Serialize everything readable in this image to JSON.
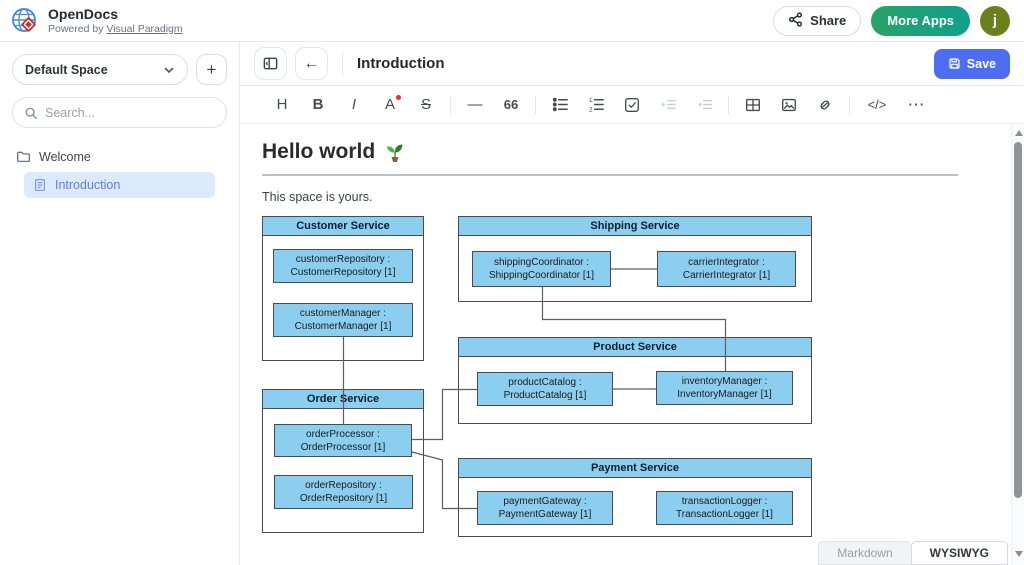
{
  "app_header": {
    "app_name": "OpenDocs",
    "powered_by": "Powered by",
    "powered_by_link": "Visual Paradigm",
    "share_label": "Share",
    "more_apps_label": "More Apps",
    "avatar_initial": "j"
  },
  "sidebar": {
    "space_name": "Default Space",
    "new_button": "+",
    "search_placeholder": "Search...",
    "tree": {
      "folder_label": "Welcome",
      "page_label": "Introduction"
    }
  },
  "doc_toolbar": {
    "title": "Introduction",
    "back_icon": "←",
    "save_label": "Save"
  },
  "format_toolbar": {
    "heading": "H",
    "bold": "B",
    "italic": "I",
    "font_color": "A",
    "strikethrough": "S",
    "horizontal_rule": "—",
    "blockquote": "66",
    "code": "</>",
    "more": "⋯"
  },
  "document": {
    "heading": "Hello world",
    "heading_icon": "seedling-emoji",
    "intro_text": "This space is yours."
  },
  "mode_toggle": {
    "markdown_label": "Markdown",
    "wysiwyg_label": "WYSIWYG"
  },
  "diagram": {
    "services": [
      {
        "name": "Customer Service",
        "components": [
          {
            "line1": "customerRepository :",
            "line2": "CustomerRepository [1]"
          },
          {
            "line1": "customerManager :",
            "line2": "CustomerManager [1]"
          }
        ]
      },
      {
        "name": "Shipping Service",
        "components": [
          {
            "line1": "shippingCoordinator :",
            "line2": "ShippingCoordinator [1]"
          },
          {
            "line1": "carrierIntegrator :",
            "line2": "CarrierIntegrator [1]"
          }
        ]
      },
      {
        "name": "Product Service",
        "components": [
          {
            "line1": "productCatalog :",
            "line2": "ProductCatalog [1]"
          },
          {
            "line1": "inventoryManager :",
            "line2": "InventoryManager [1]"
          }
        ]
      },
      {
        "name": "Order Service",
        "components": [
          {
            "line1": "orderProcessor :",
            "line2": "OrderProcessor [1]"
          },
          {
            "line1": "orderRepository :",
            "line2": "OrderRepository [1]"
          }
        ]
      },
      {
        "name": "Payment Service",
        "components": [
          {
            "line1": "paymentGateway :",
            "line2": "PaymentGateway [1]"
          },
          {
            "line1": "transactionLogger :",
            "line2": "TransactionLogger [1]"
          }
        ]
      }
    ],
    "colors": {
      "component_fill": "#8ccef0",
      "border": "#4b4b4b",
      "connector": "#5a5e63"
    }
  },
  "colors": {
    "accent_blue": "#4e6ef2",
    "more_apps_green_start": "#2aa267",
    "more_apps_green_end": "#0fa08c",
    "selected_item_bg": "#ddeafc",
    "selected_item_text": "#5f7fdd",
    "avatar_olive": "#6b7f1c",
    "logo_red": "#d22b2b",
    "logo_blue": "#4a8fd3"
  }
}
